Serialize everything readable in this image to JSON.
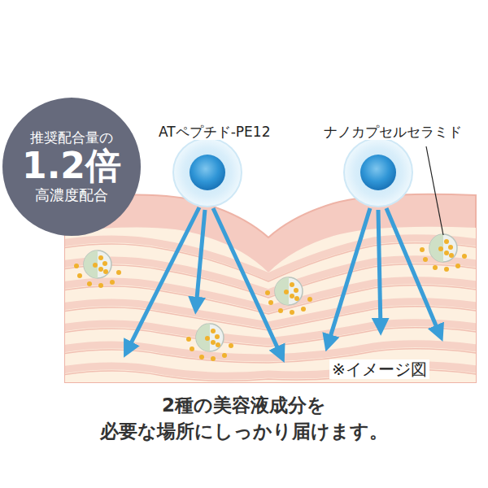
{
  "diagram": {
    "caption": "2種の美容液成分を 必要な場所にしっかり届けます。",
    "nodes": [
      {
        "text": [
          "推奨配合量の",
          "1.2倍",
          "高濃度配合"
        ]
      }
    ],
    "edges": [],
    "labels": [
      "ATペプチド-PE12",
      "ナノカプセルセラミド",
      "※イメージ図"
    ]
  }
}
